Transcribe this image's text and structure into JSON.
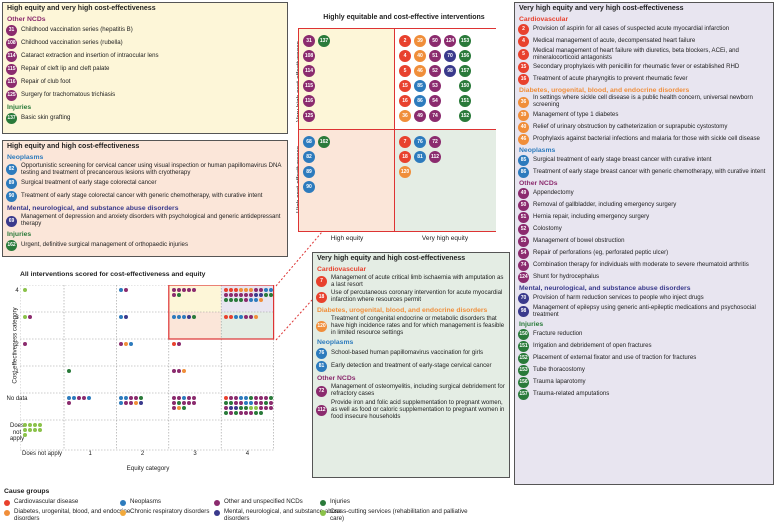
{
  "colors": {
    "cardio": "#e8412d",
    "diabetes": "#f08e3a",
    "neoplasm": "#2d7bbd",
    "respiratory": "#f2a93b",
    "ncd": "#8b2b6e",
    "mental": "#3a3a8c",
    "injury": "#2a7a3a",
    "cross": "#8bc24a"
  },
  "panel_a": {
    "title": "High equity and very high cost-effectiveness",
    "groups": [
      {
        "label": "Other NCDs",
        "color": "ncd",
        "items": [
          {
            "n": "31",
            "text": "Childhood vaccination series (hepatitis B)"
          },
          {
            "n": "108",
            "text": "Childhood vaccination series (rubella)"
          },
          {
            "n": "114",
            "text": "Cataract extraction and insertion of intraocular lens"
          },
          {
            "n": "115",
            "text": "Repair of cleft lip and cleft palate"
          },
          {
            "n": "116",
            "text": "Repair of club foot"
          },
          {
            "n": "125",
            "text": "Surgery for trachomatous trichiasis"
          }
        ]
      },
      {
        "label": "Injuries",
        "color": "injury",
        "items": [
          {
            "n": "137",
            "text": "Basic skin grafting"
          }
        ]
      }
    ]
  },
  "panel_b": {
    "title": "High equity and high cost-effectiveness",
    "groups": [
      {
        "label": "Neoplasms",
        "color": "neoplasm",
        "items": [
          {
            "n": "82",
            "text": "Opportunistic screening for cervical cancer using visual inspection or human papillomavirus DNA testing and treatment of precancerous lesions with cryotherapy"
          },
          {
            "n": "89",
            "text": "Surgical treatment of early stage colorectal cancer"
          },
          {
            "n": "90",
            "text": "Treatment of early stage colorectal cancer with generic chemotherapy, with curative intent"
          }
        ]
      },
      {
        "label": "Mental, neurological, and substance abuse disorders",
        "color": "mental",
        "items": [
          {
            "n": "69",
            "text": "Management of depression and anxiety disorders with psychological and generic antidepressant therapy"
          }
        ]
      },
      {
        "label": "Injuries",
        "color": "injury",
        "items": [
          {
            "n": "162",
            "text": "Urgent, definitive surgical management of orthopaedic injuries"
          }
        ]
      }
    ]
  },
  "center": {
    "title": "Highly equitable and cost-effective interventions",
    "y_top": "Very high cost-effectiveness",
    "y_bottom": "High cost-effectiveness",
    "x_left": "High equity",
    "x_right": "Very high equity",
    "q1": [
      {
        "n": "31",
        "c": "ncd"
      },
      {
        "n": "137",
        "c": "injury"
      },
      {
        "n": "108",
        "c": "ncd"
      },
      {
        "n": "114",
        "c": "ncd"
      },
      {
        "n": "115",
        "c": "ncd"
      },
      {
        "n": "116",
        "c": "ncd"
      },
      {
        "n": "125",
        "c": "ncd"
      }
    ],
    "q2": [
      {
        "n": "2",
        "c": "cardio"
      },
      {
        "n": "39",
        "c": "diabetes"
      },
      {
        "n": "50",
        "c": "ncd"
      },
      {
        "n": "124",
        "c": "ncd"
      },
      {
        "n": "153",
        "c": "injury"
      },
      {
        "n": "4",
        "c": "cardio"
      },
      {
        "n": "40",
        "c": "diabetes"
      },
      {
        "n": "51",
        "c": "ncd"
      },
      {
        "n": "70",
        "c": "mental"
      },
      {
        "n": "156",
        "c": "injury"
      },
      {
        "n": "5",
        "c": "cardio"
      },
      {
        "n": "46",
        "c": "diabetes"
      },
      {
        "n": "52",
        "c": "ncd"
      },
      {
        "n": "98",
        "c": "mental"
      },
      {
        "n": "157",
        "c": "injury"
      },
      {
        "n": "15",
        "c": "cardio"
      },
      {
        "n": "85",
        "c": "neoplasm"
      },
      {
        "n": "53",
        "c": "ncd"
      },
      {
        "n": "150",
        "c": "injury"
      },
      {
        "n": "16",
        "c": "cardio"
      },
      {
        "n": "86",
        "c": "neoplasm"
      },
      {
        "n": "54",
        "c": "ncd"
      },
      {
        "n": "151",
        "c": "injury"
      },
      {
        "n": "36",
        "c": "diabetes"
      },
      {
        "n": "49",
        "c": "ncd"
      },
      {
        "n": "74",
        "c": "ncd"
      },
      {
        "n": "152",
        "c": "injury"
      }
    ],
    "q3": [
      {
        "n": "68",
        "c": "neoplasm"
      },
      {
        "n": "162",
        "c": "injury"
      },
      {
        "n": "82",
        "c": "neoplasm"
      },
      {
        "n": "89",
        "c": "neoplasm"
      },
      {
        "n": "90",
        "c": "neoplasm"
      }
    ],
    "q4": [
      {
        "n": "7",
        "c": "cardio"
      },
      {
        "n": "76",
        "c": "neoplasm"
      },
      {
        "n": "72",
        "c": "ncd"
      },
      {
        "n": "18",
        "c": "cardio"
      },
      {
        "n": "81",
        "c": "neoplasm"
      },
      {
        "n": "112",
        "c": "ncd"
      },
      {
        "n": "120",
        "c": "diabetes"
      }
    ]
  },
  "panel_c": {
    "title": "Very high equity and high cost-effectiveness",
    "groups": [
      {
        "label": "Cardiovascular",
        "color": "cardio",
        "items": [
          {
            "n": "7",
            "text": "Management of acute critical limb ischaemia with amputation as a last resort"
          },
          {
            "n": "18",
            "text": "Use of percutaneous coronary intervention for acute myocardial infarction where resources permit"
          }
        ]
      },
      {
        "label": "Diabetes, urogenital, blood, and endocrine disorders",
        "color": "diabetes",
        "items": [
          {
            "n": "120",
            "text": "Treatment of congenital endocrine or metabolic disorders that have high incidence rates and for which management is feasible in limited resource settings"
          }
        ]
      },
      {
        "label": "Neoplasms",
        "color": "neoplasm",
        "items": [
          {
            "n": "76",
            "text": "School-based human papillomavirus vaccination for girls"
          },
          {
            "n": "81",
            "text": "Early detection and treatment of early-stage cervical cancer"
          }
        ]
      },
      {
        "label": "Other NCDs",
        "color": "ncd",
        "items": [
          {
            "n": "72",
            "text": "Management of osteomyelitis, including surgical debridement for refractory cases"
          },
          {
            "n": "112",
            "text": "Provide iron and folic acid supplementation to pregnant women, as well as food or caloric supplementation to pregnant women in food insecure households"
          }
        ]
      }
    ]
  },
  "panel_d": {
    "title": "Very high equity and very high cost-effectiveness",
    "groups": [
      {
        "label": "Cardiovascular",
        "color": "cardio",
        "items": [
          {
            "n": "2",
            "text": "Provision of aspirin for all cases of suspected acute myocardial infarction"
          },
          {
            "n": "4",
            "text": "Medical management of acute, decompensated heart failure"
          },
          {
            "n": "5",
            "text": "Medical management of heart failure with diuretics, beta blockers, ACEi, and mineralocorticoid antagonists"
          },
          {
            "n": "15",
            "text": "Secondary prophylaxis with penicillin for rheumatic fever or established RHD"
          },
          {
            "n": "16",
            "text": "Treatment of acute pharyngitis to prevent rheumatic fever"
          }
        ]
      },
      {
        "label": "Diabetes, urogenital, blood, and endocrine disorders",
        "color": "diabetes",
        "items": [
          {
            "n": "36",
            "text": "In settings where sickle cell disease is a public health concern, universal newborn screening"
          },
          {
            "n": "39",
            "text": "Management of type 1 diabetes"
          },
          {
            "n": "40",
            "text": "Relief of urinary obstruction by catheterization or suprapubic cystostomy"
          },
          {
            "n": "46",
            "text": "Prophylaxis against bacterial infections and malaria for those with sickle cell disease"
          }
        ]
      },
      {
        "label": "Neoplasms",
        "color": "neoplasm",
        "items": [
          {
            "n": "85",
            "text": "Surgical treatment of early stage breast cancer with curative intent"
          },
          {
            "n": "86",
            "text": "Treatment of early stage breast cancer with generic chemotherapy, with curative intent"
          }
        ]
      },
      {
        "label": "Other NCDs",
        "color": "ncd",
        "items": [
          {
            "n": "49",
            "text": "Appendectomy"
          },
          {
            "n": "50",
            "text": "Removal of gallbladder, including emergency surgery"
          },
          {
            "n": "51",
            "text": "Hernia repair, including emergency surgery"
          },
          {
            "n": "52",
            "text": "Colostomy"
          },
          {
            "n": "53",
            "text": "Management of bowel obstruction"
          },
          {
            "n": "54",
            "text": "Repair of perforations (eg, perforated peptic ulcer)"
          },
          {
            "n": "74",
            "text": "Combination therapy for individuals with moderate to severe rheumatoid arthritis"
          },
          {
            "n": "124",
            "text": "Shunt for hydrocephalus"
          }
        ]
      },
      {
        "label": "Mental, neurological, and substance abuse disorders",
        "color": "mental",
        "items": [
          {
            "n": "70",
            "text": "Provision of harm reduction services to people who inject drugs"
          },
          {
            "n": "98",
            "text": "Management of epilepsy using generic anti-epileptic medications and psychosocial treatment"
          }
        ]
      },
      {
        "label": "Injuries",
        "color": "injury",
        "items": [
          {
            "n": "150",
            "text": "Fracture reduction"
          },
          {
            "n": "151",
            "text": "Irrigation and debridement of open fractures"
          },
          {
            "n": "152",
            "text": "Placement of external fixator and use of traction for fractures"
          },
          {
            "n": "153",
            "text": "Tube thoracostomy"
          },
          {
            "n": "156",
            "text": "Trauma laparotomy"
          },
          {
            "n": "157",
            "text": "Trauma-related amputations"
          }
        ]
      }
    ]
  },
  "matrix": {
    "title": "All interventions scored for cost-effectiveness and equity",
    "ylabel": "Cost-effectiveness category",
    "xlabel": "Equity category",
    "rows": [
      "4",
      "3",
      "2",
      "1",
      "No data",
      "Does not apply"
    ],
    "cols": [
      "Does not apply",
      "1",
      "2",
      "3",
      "4"
    ]
  },
  "legend": {
    "title": "Cause groups",
    "items": [
      {
        "label": "Cardiovascular disease",
        "color": "cardio"
      },
      {
        "label": "Diabetes, urogenital, blood, and endocrine disorders",
        "color": "diabetes"
      },
      {
        "label": "Neoplasms",
        "color": "neoplasm"
      },
      {
        "label": "Chronic respiratory disorders",
        "color": "respiratory"
      },
      {
        "label": "Other and unspecified NCDs",
        "color": "ncd"
      },
      {
        "label": "Mental, neurological, and substance abuse disorders",
        "color": "mental"
      },
      {
        "label": "Injuries",
        "color": "injury"
      },
      {
        "label": "Cross-cutting services (rehabilitation and palliative care)",
        "color": "cross"
      }
    ]
  }
}
